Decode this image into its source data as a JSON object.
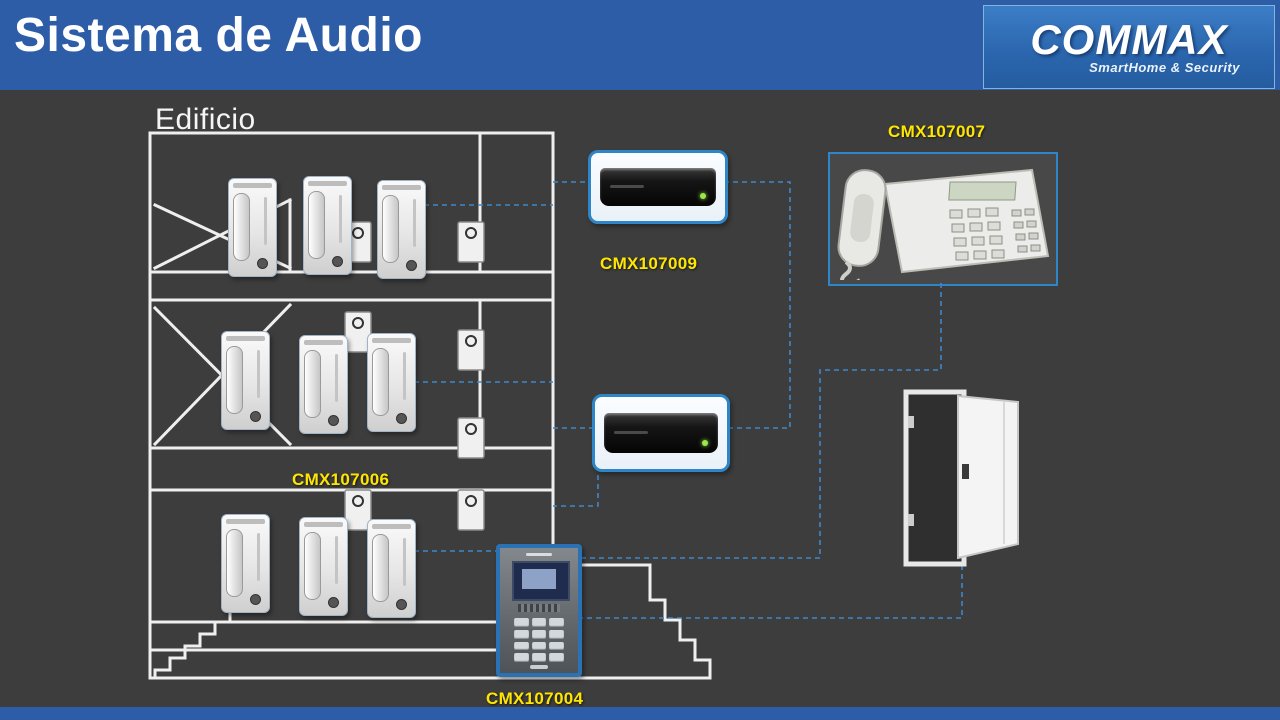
{
  "header": {
    "title": "Sistema de Audio"
  },
  "logo": {
    "brand": "COMMAX",
    "tagline": "SmartHome & Security"
  },
  "diagram": {
    "building_label": "Edificio",
    "labels": {
      "desk_phone": "CMX107007",
      "distributor": "CMX107009",
      "interphone": "CMX107006",
      "door_station": "CMX107004"
    }
  },
  "colors": {
    "header_blue": "#2e5da8",
    "background_gray": "#3d3d3d",
    "label_yellow": "#ffe600",
    "connector_blue": "#3f86c9",
    "device_border_blue": "#2e86c8"
  }
}
